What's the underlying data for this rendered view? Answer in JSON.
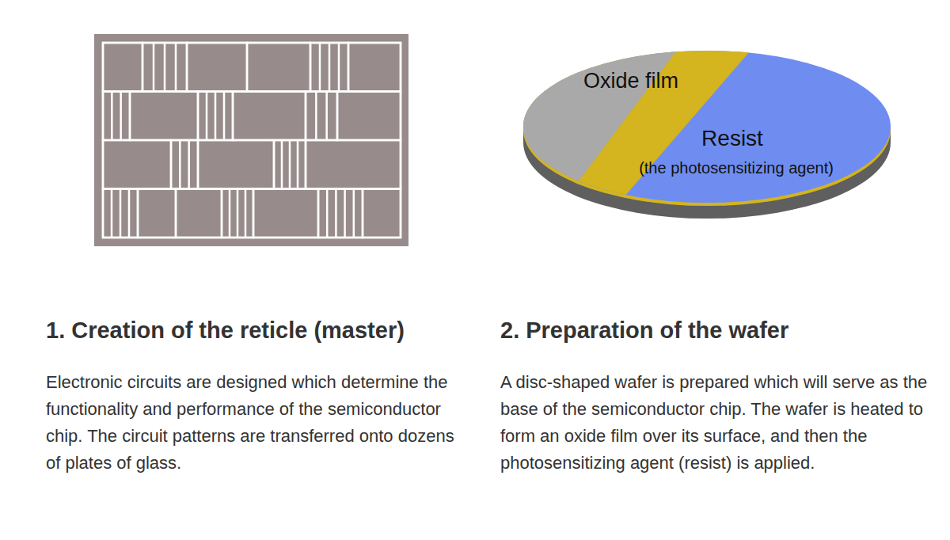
{
  "diagram": {
    "labels": [
      "Oxide film",
      "Resist",
      "(the photosensitizing agent)",
      "1. Creation of the reticle (master)",
      "Electronic circuits are designed which determine the functionality and performance of the semiconductor chip. The circuit patterns are transferred onto dozens of plates of glass.",
      "2. Preparation of the wafer",
      "A disc-shaped wafer is prepared which will serve as the base of the semiconductor chip. The wafer is heated to form an oxide film over its surface, and then the photosensitizing agent (resist) is applied."
    ]
  }
}
